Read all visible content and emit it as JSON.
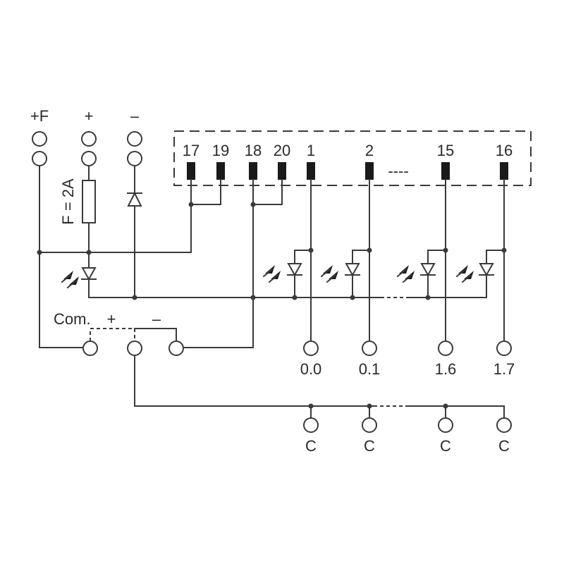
{
  "top_terminals": {
    "fplus": "+F",
    "plus": "+",
    "minus": "–"
  },
  "fuse_label": "F = 2A",
  "connector_pins": [
    "17",
    "19",
    "18",
    "20",
    "1",
    "2",
    "15",
    "16"
  ],
  "connector_ellipsis": "----",
  "com_block": {
    "com": "Com.",
    "plus": "+",
    "minus": "–"
  },
  "outputs": [
    "0.0",
    "0.1",
    "1.6",
    "1.7"
  ],
  "commons": [
    "C",
    "C",
    "C",
    "C"
  ]
}
